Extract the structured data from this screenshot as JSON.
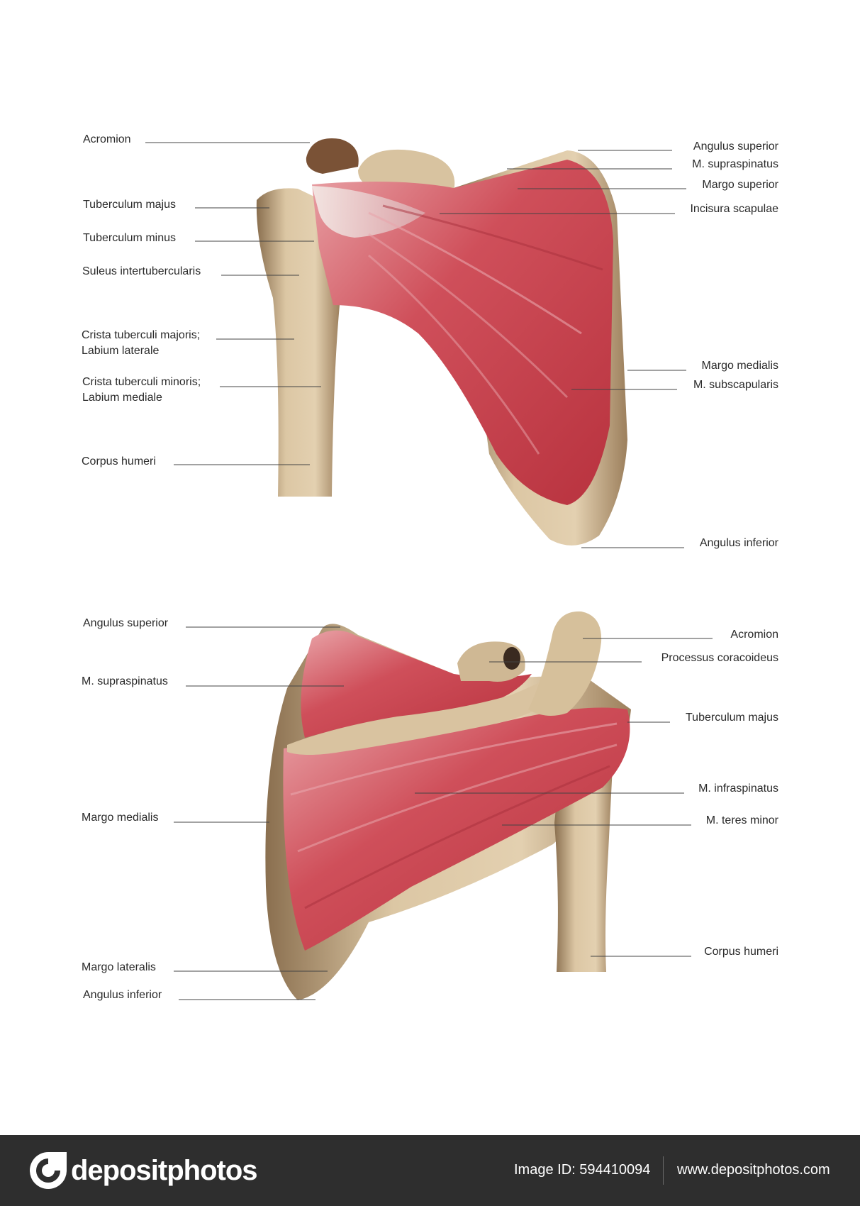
{
  "colors": {
    "bone": "#d9c3a0",
    "bone_shadow": "#a58a66",
    "muscle": "#c9454f",
    "muscle_light": "#e79aa0",
    "tendon": "#ece2e0",
    "line": "#444444",
    "footer_bg": "#2e2e2e"
  },
  "labels_top_left": [
    {
      "text": "Acromion"
    },
    {
      "text": "Tuberculum majus"
    },
    {
      "text": "Tuberculum minus"
    },
    {
      "text": "Suleus intertubercularis"
    },
    {
      "text": "Crista tuberculi majoris;\nLabium laterale"
    },
    {
      "text": "Crista tuberculi minoris;\nLabium mediale"
    },
    {
      "text": "Corpus humeri"
    }
  ],
  "labels_top_right": [
    {
      "text": "Angulus superior"
    },
    {
      "text": "M. supraspinatus"
    },
    {
      "text": "Margo superior"
    },
    {
      "text": "Incisura scapulae"
    },
    {
      "text": "Margo medialis"
    },
    {
      "text": "M. subscapularis"
    },
    {
      "text": "Angulus inferior"
    }
  ],
  "labels_bottom_left": [
    {
      "text": "Angulus superior"
    },
    {
      "text": "M. supraspinatus"
    },
    {
      "text": "Margo medialis"
    },
    {
      "text": "Margo lateralis"
    },
    {
      "text": "Angulus inferior"
    }
  ],
  "labels_bottom_right": [
    {
      "text": "Acromion"
    },
    {
      "text": "Processus coracoideus"
    },
    {
      "text": "Tuberculum majus"
    },
    {
      "text": "M. infraspinatus"
    },
    {
      "text": "M. teres minor"
    },
    {
      "text": "Corpus humeri"
    }
  ],
  "footer": {
    "brand": "depositphotos",
    "image_id": "Image ID: 594410094",
    "site": "www.depositphotos.com"
  }
}
